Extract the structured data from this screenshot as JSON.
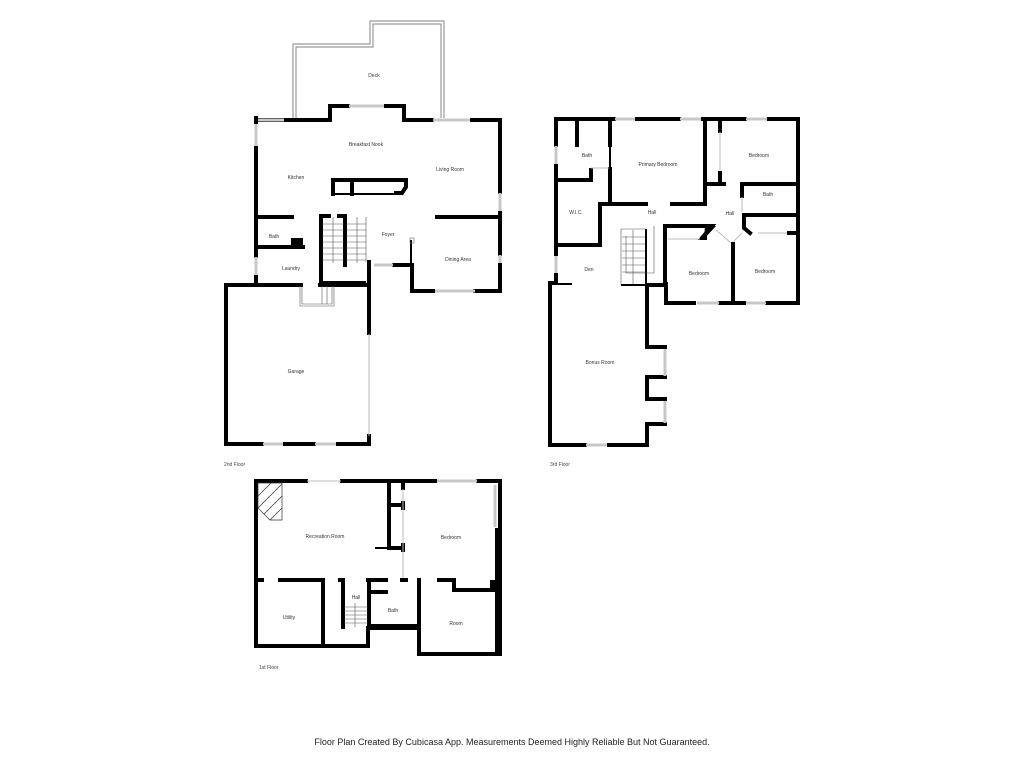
{
  "floors": [
    {
      "label": "2nd Floor",
      "rooms": {
        "deck": "Deck",
        "breakfast_nook": "Breakfast Nook",
        "kitchen": "Kitchen",
        "living_room": "Living Room",
        "bath": "Bath",
        "foyer": "Foyer",
        "laundry": "Laundry",
        "dining_area": "Dining Area",
        "garage": "Garage"
      }
    },
    {
      "label": "3rd Floor",
      "rooms": {
        "bath_primary": "Bath",
        "primary_bedroom": "Primary Bedroom",
        "bedroom_ne": "Bedroom",
        "bath_hall": "Bath",
        "wic": "W.I.C.",
        "hall_1": "Hall",
        "hall_2": "Hall",
        "den": "Den",
        "bedroom_s1": "Bedroom",
        "bedroom_s2": "Bedroom",
        "bonus_room": "Bonus Room"
      }
    },
    {
      "label": "1st Floor",
      "rooms": {
        "recreation_room": "Recreation Room",
        "bedroom": "Bedroom",
        "hall": "Hall",
        "utility": "Utility",
        "bath": "Bath",
        "room": "Room"
      }
    }
  ],
  "footer": "Floor Plan Created By Cubicasa App. Measurements Deemed Highly Reliable But Not Guaranteed."
}
